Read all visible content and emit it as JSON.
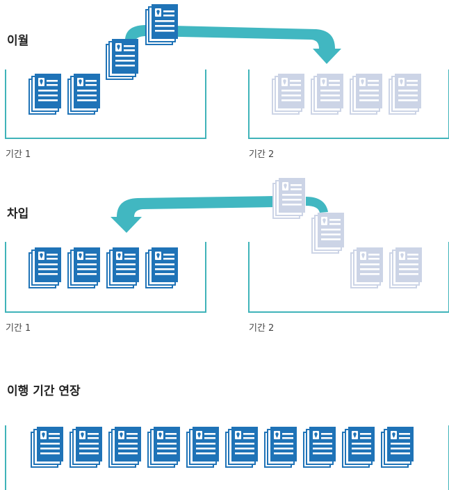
{
  "colors": {
    "doc_dark": "#1f73b7",
    "doc_light": "#ccd4e6",
    "arrow": "#41b7c1",
    "frame": "#3fb3b9",
    "text": "#222222"
  },
  "sections": {
    "carry_forward": {
      "title": "이월",
      "period1_label": "기간 1",
      "period2_label": "기간 2",
      "period1_docs": 2,
      "moving_docs": 2,
      "period2_ghost_docs": 4
    },
    "borrow": {
      "title": "차입",
      "period1_label": "기간 1",
      "period2_label": "기간 2",
      "period1_docs": 4,
      "moving_ghost_docs": 2,
      "period2_ghost_docs": 2
    },
    "extend": {
      "title": "이행 기간 연장",
      "docs": 10
    }
  }
}
